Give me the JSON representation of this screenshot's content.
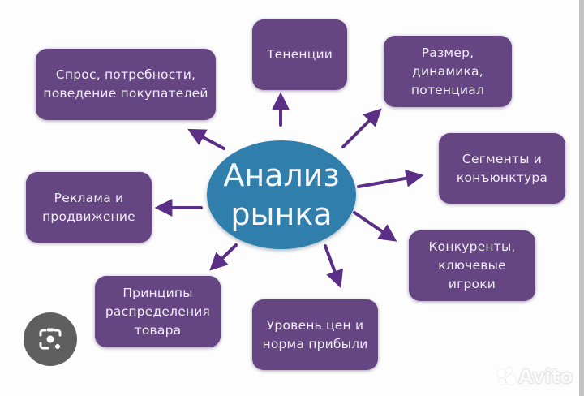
{
  "diagram": {
    "title": "Анализ рынка",
    "center": {
      "line1": "Анализ",
      "line2": "рынка",
      "color": "#2f7eac"
    },
    "node_color": "#654683",
    "arrow_color": "#5a2f85",
    "nodes": [
      {
        "id": "demand",
        "label": "Спрос, потребности,\nповедение покупателей"
      },
      {
        "id": "trends",
        "label": "Тененции"
      },
      {
        "id": "size",
        "label": "Размер,\nдинамика,\nпотенциал"
      },
      {
        "id": "segments",
        "label": "Сегменты и\nконъюнктура"
      },
      {
        "id": "advertising",
        "label": "Реклама и\nпродвижение"
      },
      {
        "id": "competitors",
        "label": "Конкуренты,\nключевые\nигроки"
      },
      {
        "id": "distribution",
        "label": "Принципы\nраспределения\nтовара"
      },
      {
        "id": "pricing",
        "label": "Уровень цен и\nнорма прибыли"
      }
    ],
    "edges": [
      {
        "from": "center",
        "to": "demand"
      },
      {
        "from": "center",
        "to": "trends"
      },
      {
        "from": "center",
        "to": "size"
      },
      {
        "from": "center",
        "to": "segments"
      },
      {
        "from": "center",
        "to": "advertising"
      },
      {
        "from": "center",
        "to": "competitors"
      },
      {
        "from": "center",
        "to": "distribution"
      },
      {
        "from": "center",
        "to": "pricing"
      }
    ]
  },
  "overlay": {
    "lens_button_icon": "google-lens-icon",
    "watermark": "Avito"
  }
}
